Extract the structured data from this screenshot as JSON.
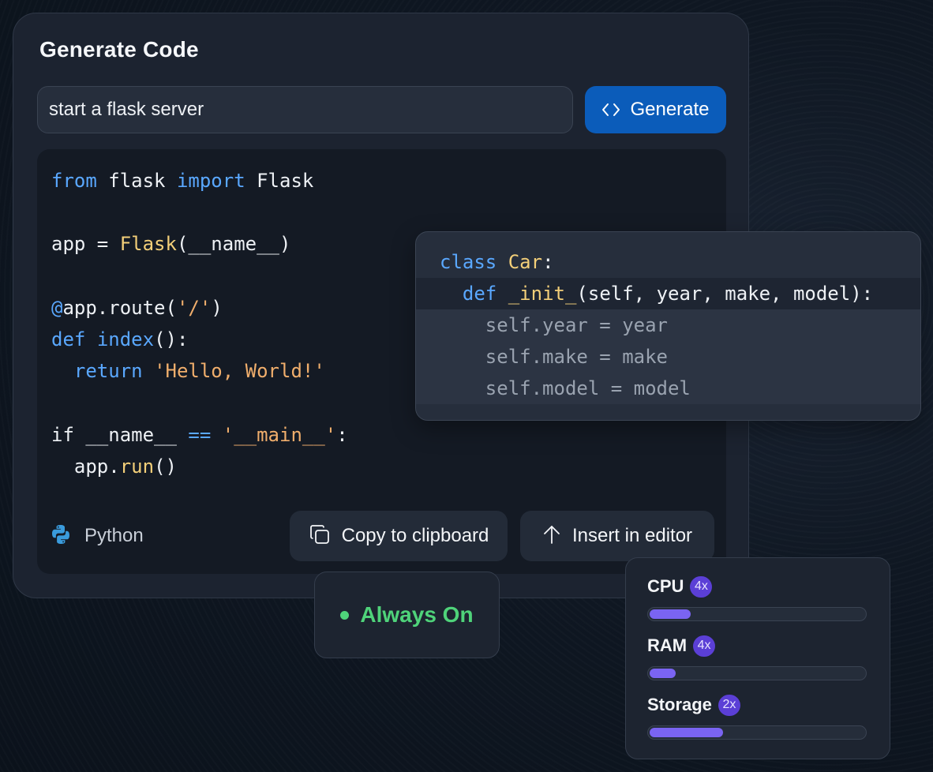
{
  "card": {
    "title": "Generate Code",
    "prompt_value": "start a flask server",
    "generate_label": "Generate",
    "generate_icon": "code-brackets-icon"
  },
  "code": {
    "language": "Python",
    "language_icon": "python-icon",
    "lines": [
      [
        {
          "t": "from",
          "c": "kw"
        },
        {
          "t": " flask ",
          "c": "plain"
        },
        {
          "t": "import",
          "c": "kw"
        },
        {
          "t": " Flask",
          "c": "plain"
        }
      ],
      [],
      [
        {
          "t": "app = ",
          "c": "plain"
        },
        {
          "t": "Flask",
          "c": "fn"
        },
        {
          "t": "(__name__)",
          "c": "plain"
        }
      ],
      [],
      [
        {
          "t": "@",
          "c": "kw"
        },
        {
          "t": "app.route(",
          "c": "plain"
        },
        {
          "t": "'/'",
          "c": "str"
        },
        {
          "t": ")",
          "c": "plain"
        }
      ],
      [
        {
          "t": "def",
          "c": "kw"
        },
        {
          "t": " ",
          "c": "plain"
        },
        {
          "t": "index",
          "c": "kw"
        },
        {
          "t": "():",
          "c": "plain"
        }
      ],
      [
        {
          "t": "  ",
          "c": "plain"
        },
        {
          "t": "return",
          "c": "kw"
        },
        {
          "t": " ",
          "c": "plain"
        },
        {
          "t": "'Hello, World!'",
          "c": "str"
        }
      ],
      [],
      [
        {
          "t": "if __name__ ",
          "c": "plain"
        },
        {
          "t": "==",
          "c": "kw"
        },
        {
          "t": " ",
          "c": "plain"
        },
        {
          "t": "'__main__'",
          "c": "str"
        },
        {
          "t": ":",
          "c": "plain"
        }
      ],
      [
        {
          "t": "  app.",
          "c": "plain"
        },
        {
          "t": "run",
          "c": "fn"
        },
        {
          "t": "()",
          "c": "plain"
        }
      ]
    ],
    "copy_label": "Copy to clipboard",
    "copy_icon": "copy-icon",
    "insert_label": "Insert in editor",
    "insert_icon": "arrow-up-icon"
  },
  "class_snippet": {
    "lines": [
      [
        {
          "t": "class",
          "c": "kw"
        },
        {
          "t": " ",
          "c": "plain"
        },
        {
          "t": "Car",
          "c": "fn"
        },
        {
          "t": ":",
          "c": "plain"
        }
      ],
      [
        {
          "t": "  ",
          "c": "plain"
        },
        {
          "t": "def",
          "c": "kw"
        },
        {
          "t": " ",
          "c": "plain"
        },
        {
          "t": "_init_",
          "c": "fn"
        },
        {
          "t": "(self, year, make, model):",
          "c": "plain"
        }
      ],
      [
        {
          "t": "    self.year = year",
          "c": "dim"
        }
      ],
      [
        {
          "t": "    self.make = make",
          "c": "dim"
        }
      ],
      [
        {
          "t": "    self.model = model",
          "c": "dim"
        }
      ]
    ]
  },
  "status": {
    "label": "Always On",
    "color": "#4fd37a"
  },
  "resources": [
    {
      "name": "CPU",
      "badge": "4x",
      "level": 0.19
    },
    {
      "name": "RAM",
      "badge": "4x",
      "level": 0.12
    },
    {
      "name": "Storage",
      "badge": "2x",
      "level": 0.34
    }
  ],
  "colors": {
    "accent": "#0b5cba",
    "keyword": "#5aa8ff",
    "function": "#f3cf79",
    "string": "#f0ae6c",
    "badge": "#5b3fd6",
    "bar": "#7a64f2"
  }
}
